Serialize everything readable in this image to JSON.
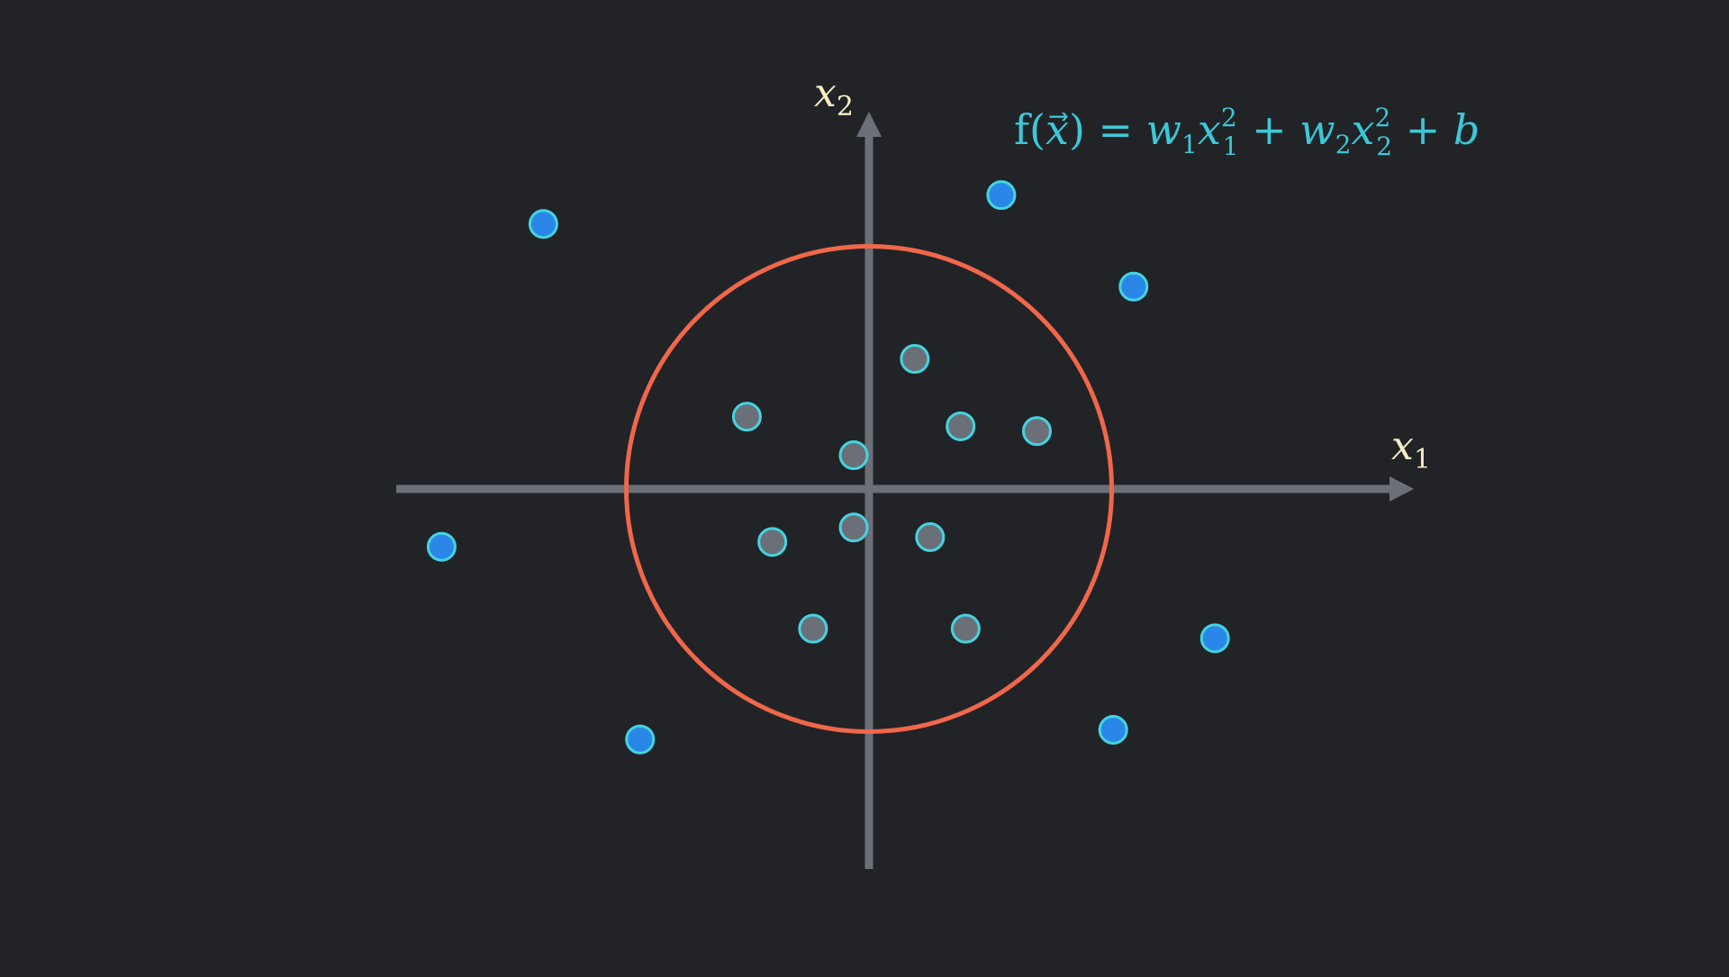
{
  "colors": {
    "background": "#212327",
    "axis": "#6b7078",
    "axis_label": "#f5edc6",
    "boundary": "#f0674a",
    "formula": "#3cc8d8",
    "outer_point_fill": "#2a87e8",
    "inner_point_fill": "#6b7078",
    "point_stroke": "#44d4e0"
  },
  "axes": {
    "x_label": "x",
    "x_subscript": "1",
    "y_label": "x",
    "y_subscript": "2"
  },
  "formula": {
    "f": "f(",
    "vec_x": "x",
    "vec_arrow": "⃗",
    "close_eq": ") = ",
    "w1": "w",
    "w1_sub": "1",
    "x1": "x",
    "x1_sup": "2",
    "x1_sub": "1",
    "plus1": " + ",
    "w2": "w",
    "w2_sub": "2",
    "x2": "x",
    "x2_sup": "2",
    "x2_sub": "2",
    "plus2": " + ",
    "b": "b"
  },
  "chart_data": {
    "type": "scatter",
    "xlim": [
      -1.0,
      1.0
    ],
    "ylim": [
      -1.0,
      1.0
    ],
    "decision_boundary": {
      "shape": "circle",
      "center": [
        0.0,
        0.0
      ],
      "radius": 0.49
    },
    "series": [
      {
        "class": "outer",
        "points": [
          [
            -0.64,
            0.55
          ],
          [
            0.26,
            0.61
          ],
          [
            0.52,
            0.42
          ],
          [
            -0.84,
            -0.12
          ],
          [
            0.68,
            -0.31
          ],
          [
            -0.45,
            -0.52
          ],
          [
            0.48,
            -0.5
          ]
        ]
      },
      {
        "class": "inner",
        "points": [
          [
            0.09,
            0.27
          ],
          [
            -0.24,
            0.15
          ],
          [
            -0.03,
            0.07
          ],
          [
            0.18,
            0.13
          ],
          [
            0.33,
            0.12
          ],
          [
            -0.19,
            -0.11
          ],
          [
            -0.03,
            -0.08
          ],
          [
            0.12,
            -0.1
          ],
          [
            -0.11,
            -0.29
          ],
          [
            0.19,
            -0.29
          ]
        ]
      }
    ]
  }
}
